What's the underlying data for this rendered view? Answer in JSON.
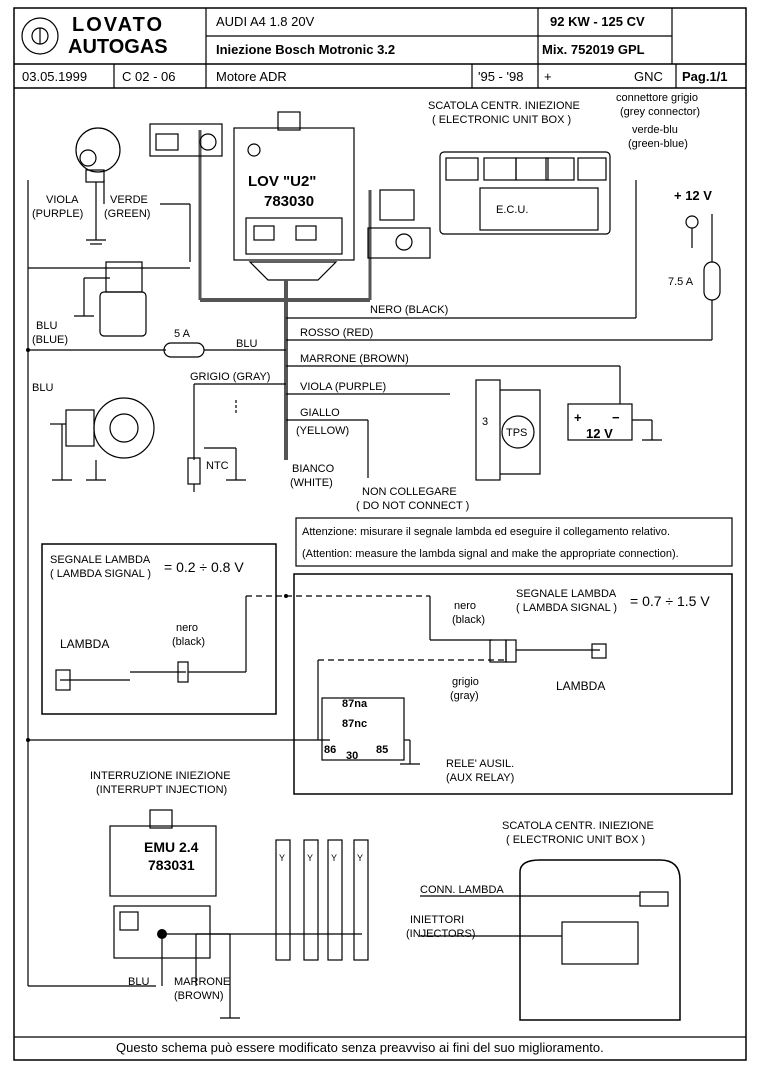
{
  "header": {
    "logo_line1": "LOVATO",
    "logo_line2": "AUTOGAS",
    "model": "AUDI  A4  1.8  20V",
    "power": "92 KW - 125 CV",
    "injection": "Iniezione Bosch Motronic 3.2",
    "mix": "Mix. 752019  GPL",
    "date": "03.05.1999",
    "code": "C 02 - 06",
    "engine": "Motore ADR",
    "years": "'95 - '98",
    "plus": "+",
    "fuel": "GNC",
    "page": "Pag.1/1"
  },
  "top": {
    "ecu_box_it": "SCATOLA CENTR. INIEZIONE",
    "ecu_box_en": "( ELECTRONIC UNIT BOX )",
    "grey_conn_it": "connettore grigio",
    "grey_conn_en": "(grey connector)",
    "green_blue_it": "verde-blu",
    "green_blue_en": "(green-blue)",
    "ecu_label": "E.C.U.",
    "plus12": "+ 12 V",
    "fuse_75": "7.5 A",
    "lov_title": "LOV \"U2\"",
    "lov_code": "783030",
    "viola": "VIOLA",
    "purple": "(PURPLE)",
    "verde": "VERDE",
    "green": "(GREEN)",
    "blu1": "BLU",
    "blue1": "(BLUE)",
    "fuse_5": "5 A",
    "blu_wire": "BLU",
    "blu2": "BLU",
    "nero": "NERO (BLACK)",
    "rosso": "ROSSO (RED)",
    "marrone": "MARRONE (BROWN)",
    "grigio": "GRIGIO (GRAY)",
    "viola2": "VIOLA (PURPLE)",
    "giallo": "GIALLO",
    "yellow": "(YELLOW)",
    "bianco": "BIANCO",
    "white": "(WHITE)",
    "ntc": "NTC",
    "tps": "TPS",
    "tps_pin": "3",
    "battery": "12 V",
    "bat_plus": "+",
    "bat_minus": "−",
    "non_collegare": "NON COLLEGARE",
    "do_not_connect": "( DO NOT CONNECT )"
  },
  "attention": {
    "it": "Attenzione: misurare il segnale lambda ed eseguire il collegamento relativo.",
    "en": "(Attention: measure the lambda signal and make the appropriate connection)."
  },
  "lambda_left": {
    "title_it": "SEGNALE LAMBDA",
    "title_en": "( LAMBDA SIGNAL )",
    "range": "= 0.2 ÷ 0.8 V",
    "label": "LAMBDA",
    "nero": "nero",
    "black": "(black)"
  },
  "lambda_right": {
    "title_it": "SEGNALE LAMBDA",
    "title_en": "( LAMBDA SIGNAL )",
    "range": "= 0.7 ÷ 1.5 V",
    "label": "LAMBDA",
    "nero": "nero",
    "black": "(black)",
    "grigio": "grigio",
    "gray": "(gray)",
    "pin87na": "87na",
    "pin87nc": "87nc",
    "pin86": "86",
    "pin30": "30",
    "pin85": "85",
    "rele_it": "RELE' AUSIL.",
    "rele_en": "(AUX RELAY)"
  },
  "bottom": {
    "interrupt_it": "INTERRUZIONE INIEZIONE",
    "interrupt_en": "(INTERRUPT INJECTION)",
    "emu_title": "EMU 2.4",
    "emu_code": "783031",
    "blu": "BLU",
    "marrone": "MARRONE",
    "brown": "(BROWN)",
    "ecu_box_it": "SCATOLA CENTR. INIEZIONE",
    "ecu_box_en": "( ELECTRONIC UNIT BOX )",
    "conn_lambda": "CONN. LAMBDA",
    "iniettori": "INIETTORI",
    "injectors": "(INJECTORS)",
    "injector_tag": "Y"
  },
  "footer": "Questo schema può essere modificato senza preavviso ai fini del suo miglioramento."
}
